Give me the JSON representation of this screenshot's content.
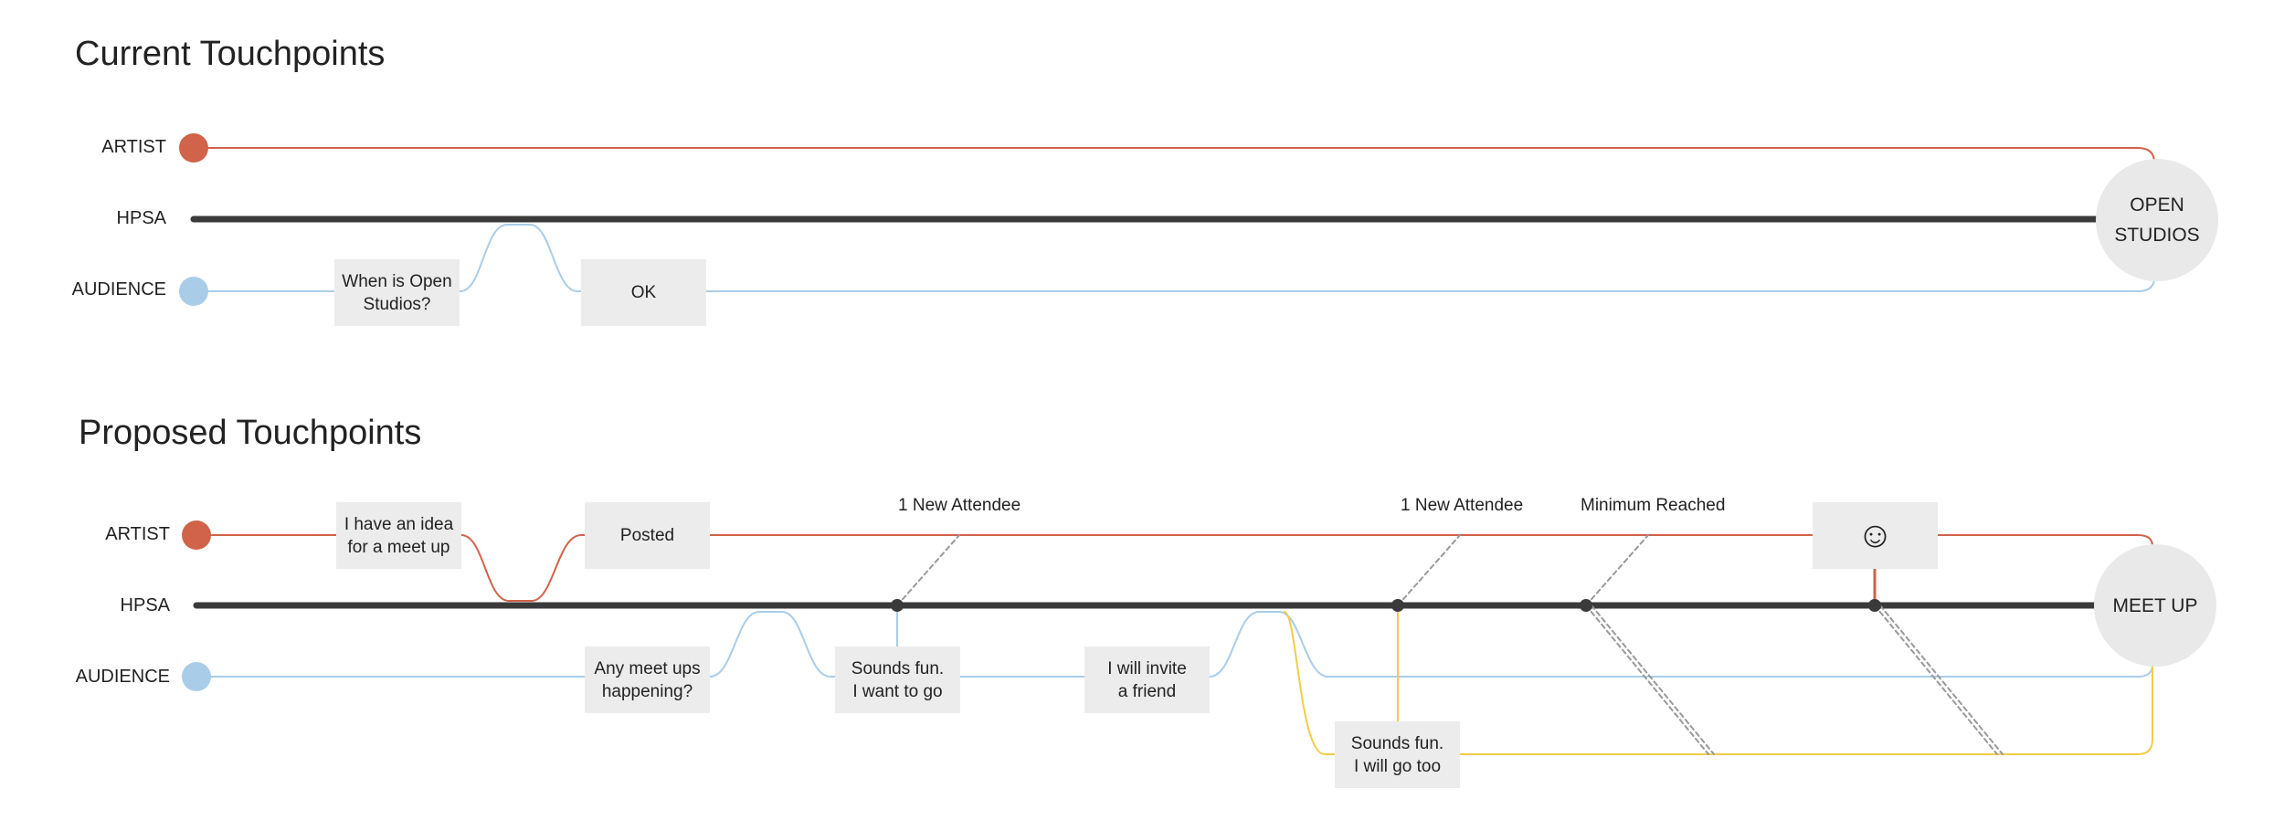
{
  "colors": {
    "artist": "#d0634a",
    "hpsa": "#3a3a3a",
    "audience": "#a9cde9",
    "friend": "#f3cc47",
    "dashed": "#999999",
    "box_bg": "#ececec",
    "terminal_bg": "#e9e9e9"
  },
  "current": {
    "title": "Current Touchpoints",
    "lanes": {
      "artist": "ARTIST",
      "hpsa": "HPSA",
      "audience": "AUDIENCE"
    },
    "boxes": {
      "when_open_studios": "When is Open\nStudios?",
      "ok": "OK"
    },
    "terminal": "OPEN\nSTUDIOS"
  },
  "proposed": {
    "title": "Proposed Touchpoints",
    "lanes": {
      "artist": "ARTIST",
      "hpsa": "HPSA",
      "audience": "AUDIENCE"
    },
    "boxes": {
      "idea": "I have an idea\nfor a meet up",
      "posted": "Posted",
      "any_meetups": "Any meet ups\nhappening?",
      "sounds_fun": "Sounds fun.\nI want to go",
      "invite_friend": "I will invite\na friend",
      "go_too": "Sounds fun.\nI will go too",
      "smiley": "☺"
    },
    "notes": {
      "new_attendee_1": "1 New Attendee",
      "new_attendee_2": "1 New Attendee",
      "minimum_reached": "Minimum Reached"
    },
    "terminal": "MEET UP"
  }
}
